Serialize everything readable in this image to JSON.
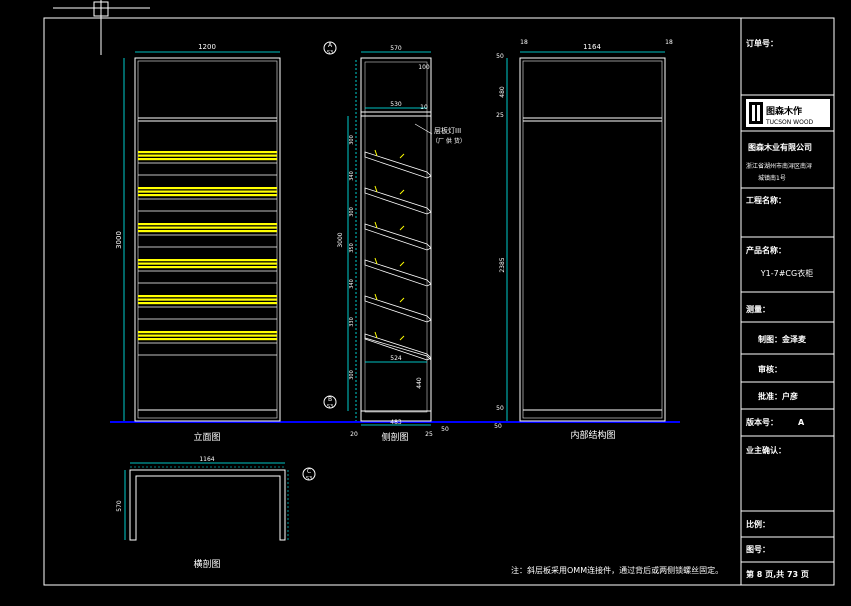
{
  "front_view": {
    "caption": "立面图",
    "width_dim": "1200",
    "height_dim": "3000"
  },
  "side_view": {
    "caption": "侧剖图",
    "section_top": "A",
    "section_top_sub": "S3",
    "section_bottom": "B",
    "section_bottom_sub": "S3",
    "top_dim": "570",
    "inner_top_dim": "530",
    "shelf_dim": "524",
    "bottom_dim": "483",
    "right_dim_top": "100",
    "right_dim_mid": "10",
    "lamp_note_1": "层板灯III",
    "lamp_note_2": "（厂 供 货）",
    "total_height": "3000",
    "right_dim_low": "440",
    "foot_left": "20",
    "foot_mid": "25",
    "foot_right": "50",
    "dims_left": [
      "300",
      "340",
      "300",
      "350",
      "340",
      "330",
      "300"
    ]
  },
  "interior_view": {
    "caption": "内部结构图",
    "left_top": "18",
    "width_dim": "1164",
    "right_top": "18",
    "dim_a": "50",
    "dim_b": "480",
    "dim_c": "25",
    "dim_d": "2385",
    "dim_e": "50",
    "dim_f": "50"
  },
  "plan_view": {
    "caption": "横剖图",
    "width_dim": "1164",
    "depth_dim": "570",
    "section": "C",
    "section_sub": "S3"
  },
  "note": "注：斜层板采用OMM连接件，通过背后或两侧锁螺丝固定。",
  "title_block": {
    "order_no_label": "订单号：",
    "logo_cn": "图森木作",
    "logo_en": "TUCSON WOOD",
    "company": "图森木业有限公司",
    "address_1": "浙江省湖州市南浔区南浔",
    "address_2": "城镇南1号",
    "project_label": "工程名称：",
    "product_label": "产品名称：",
    "product_name": "Y1-7#CG衣柜",
    "measure_label": "测量：",
    "drawn_label": "制图：金泽麦",
    "review_label": "审核：",
    "approve_label": "批准：户彦",
    "version_label": "版本号：",
    "version_value": "A",
    "owner_label": "业主确认：",
    "scale_label": "比例：",
    "drawing_no_label": "图号：",
    "page_label": "第 8 页,共 73 页"
  },
  "colors": {
    "line": "#ffffff",
    "dim": "#00ffff",
    "hatch": "#ffff00",
    "text": "#ffffff",
    "ground": "#0000ff"
  }
}
